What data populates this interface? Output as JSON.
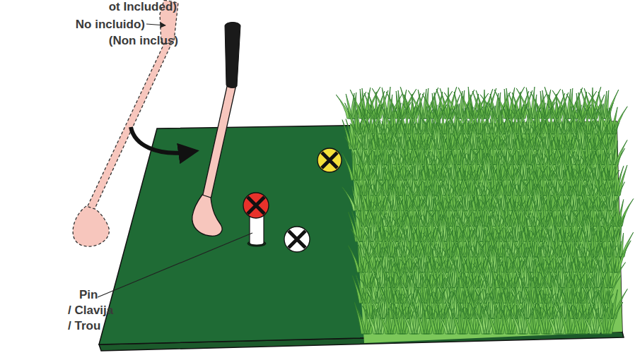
{
  "diagram": {
    "labels": [
      "ot Included)",
      "No incluido)",
      "(Non inclus)",
      "Pin",
      "/ Clavija",
      "/ Trou"
    ]
  }
}
